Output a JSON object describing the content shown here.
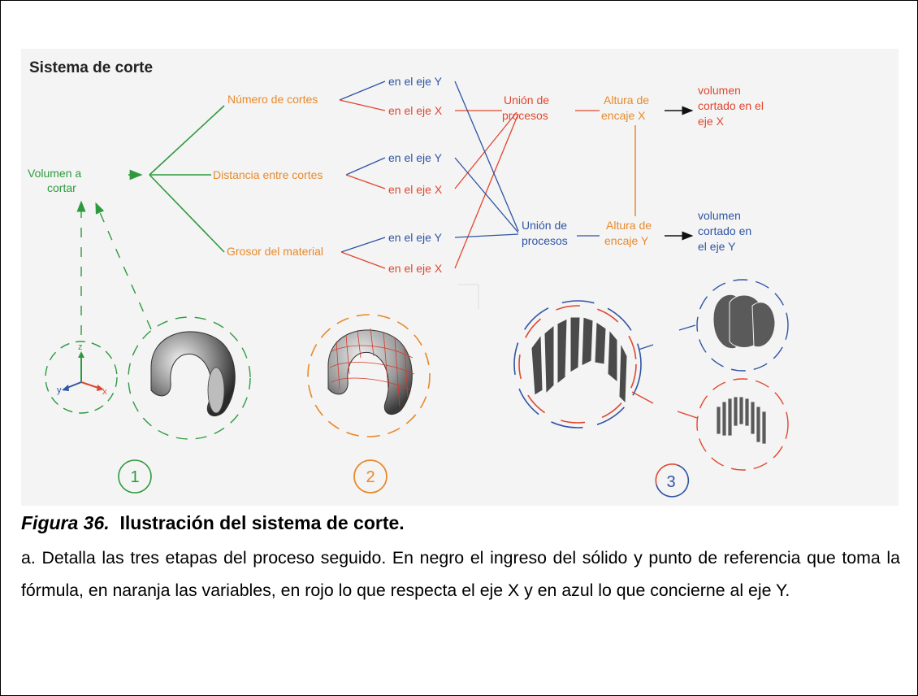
{
  "diagram": {
    "title": "Sistema de corte",
    "root": "Volumen a cortar",
    "variables": [
      "Número de cortes",
      "Distancia entre cortes",
      "Grosor del material"
    ],
    "axis_y_label": "en el eje Y",
    "axis_x_label": "en el eje X",
    "union_x": "Unión de procesos",
    "union_y": "Unión de procesos",
    "height_x": "Altura de encaje X",
    "height_y": "Altura de encaje Y",
    "result_x": "volumen cortado en el eje X",
    "result_y": "volumen cortado en el eje Y",
    "axis_letters": {
      "z": "z",
      "y": "y",
      "x": "x"
    },
    "steps": [
      "1",
      "2",
      "3"
    ],
    "colors": {
      "green": "#2e9a3e",
      "orange": "#e8892b",
      "red": "#e0472f",
      "blue": "#2f55a4"
    }
  },
  "caption": {
    "figure_label": "Figura 36.",
    "title": "Ilustración del sistema de corte.",
    "body": "a. Detalla las tres etapas del proceso seguido. En negro el ingreso del sólido y punto de referencia que toma la fórmula, en naranja las variables, en rojo lo que respecta el eje X y en azul lo que concierne al eje Y."
  }
}
